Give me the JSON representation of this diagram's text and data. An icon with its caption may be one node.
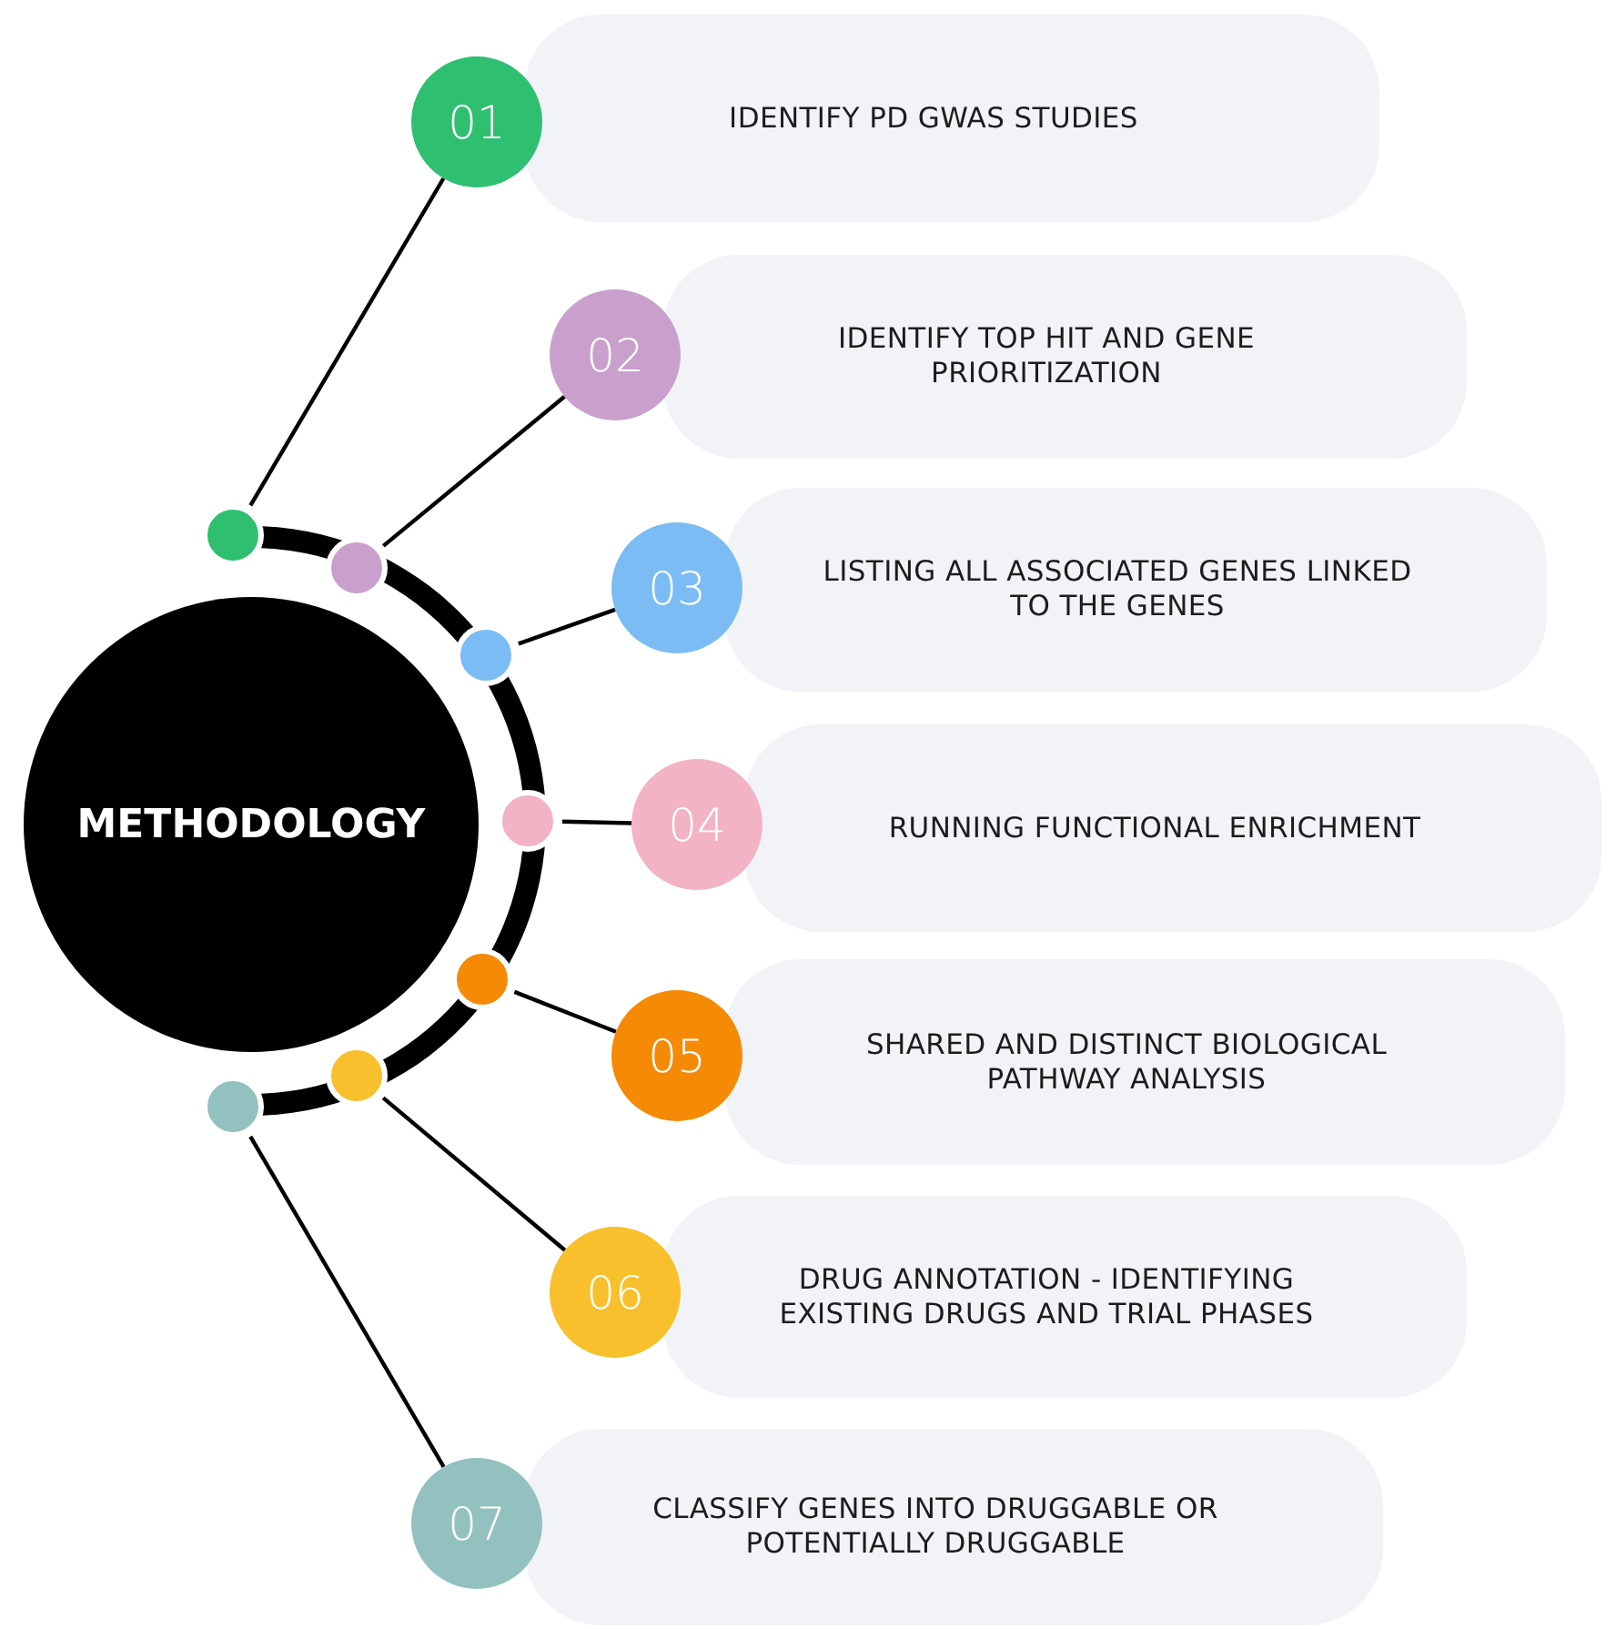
{
  "diagram": {
    "nodes": [
      {
        "text": [
          "METHODOLOGY"
        ]
      },
      {
        "text": [
          "01"
        ]
      },
      {
        "text": [
          "IDENTIFY PD GWAS STUDIES"
        ]
      },
      {
        "text": [],
        "shape": "circle"
      },
      {
        "text": [
          "02"
        ]
      },
      {
        "text": [
          "IDENTIFY TOP HIT AND GENE PRIORITIZATION"
        ]
      },
      {
        "text": [],
        "shape": "circle"
      },
      {
        "text": [
          "03"
        ]
      },
      {
        "text": [
          "LISTING ALL ASSOCIATED GENES LINKED TO THE GENES"
        ]
      },
      {
        "text": [],
        "shape": "circle"
      },
      {
        "text": [
          "04"
        ]
      },
      {
        "text": [
          "RUNNING FUNCTIONAL ENRICHMENT"
        ]
      },
      {
        "text": [],
        "shape": "circle"
      },
      {
        "text": [
          "05"
        ]
      },
      {
        "text": [
          "SHARED AND DISTINCT BIOLOGICAL PATHWAY ANALYSIS"
        ]
      },
      {
        "text": [],
        "shape": "circle"
      },
      {
        "text": [
          "06"
        ]
      },
      {
        "text": [
          "DRUG ANNOTATION - IDENTIFYING EXISTING DRUGS AND TRIAL PHASES"
        ]
      },
      {
        "text": [],
        "shape": "circle"
      },
      {
        "text": [
          "07"
        ]
      },
      {
        "text": [
          "CLASSIFY GENES INTO DRUGGABLE OR POTENTIALLY DRUGGABLE"
        ]
      },
      {
        "text": [],
        "shape": "circle"
      }
    ],
    "edges": [
      {
        "from": 3,
        "to": 1,
        "arrow": "none"
      },
      {
        "from": 6,
        "to": 4,
        "arrow": "none"
      },
      {
        "from": 9,
        "to": 7,
        "arrow": "none"
      },
      {
        "from": 12,
        "to": 10,
        "arrow": "none"
      },
      {
        "from": 15,
        "to": 13,
        "arrow": "none"
      },
      {
        "from": 18,
        "to": 16,
        "arrow": "none"
      },
      {
        "from": 21,
        "to": 19,
        "arrow": "none"
      }
    ]
  }
}
